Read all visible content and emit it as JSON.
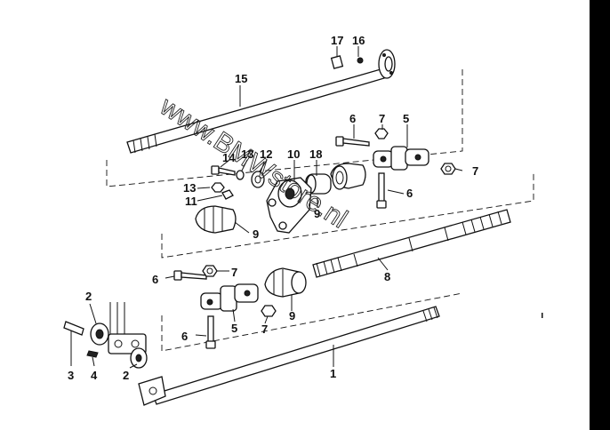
{
  "watermark": "www.BMWstore.nl",
  "callouts": {
    "c1": "1",
    "c2a": "2",
    "c2b": "2",
    "c3": "3",
    "c4": "4",
    "c5a": "5",
    "c5b": "5",
    "c6a": "6",
    "c6b": "6",
    "c6c": "6",
    "c6d": "6",
    "c7a": "7",
    "c7b": "7",
    "c7c": "7",
    "c7d": "7",
    "c8": "8",
    "c9a": "9",
    "c9b": "9",
    "c9c": "9",
    "c10": "10",
    "c11": "11",
    "c12": "12",
    "c13a": "13",
    "c13b": "13",
    "c14": "14",
    "c15": "15",
    "c16": "16",
    "c17": "17",
    "c18": "18"
  },
  "colors": {
    "ink": "#111111",
    "paper": "#ffffff",
    "edge": "#000000"
  }
}
